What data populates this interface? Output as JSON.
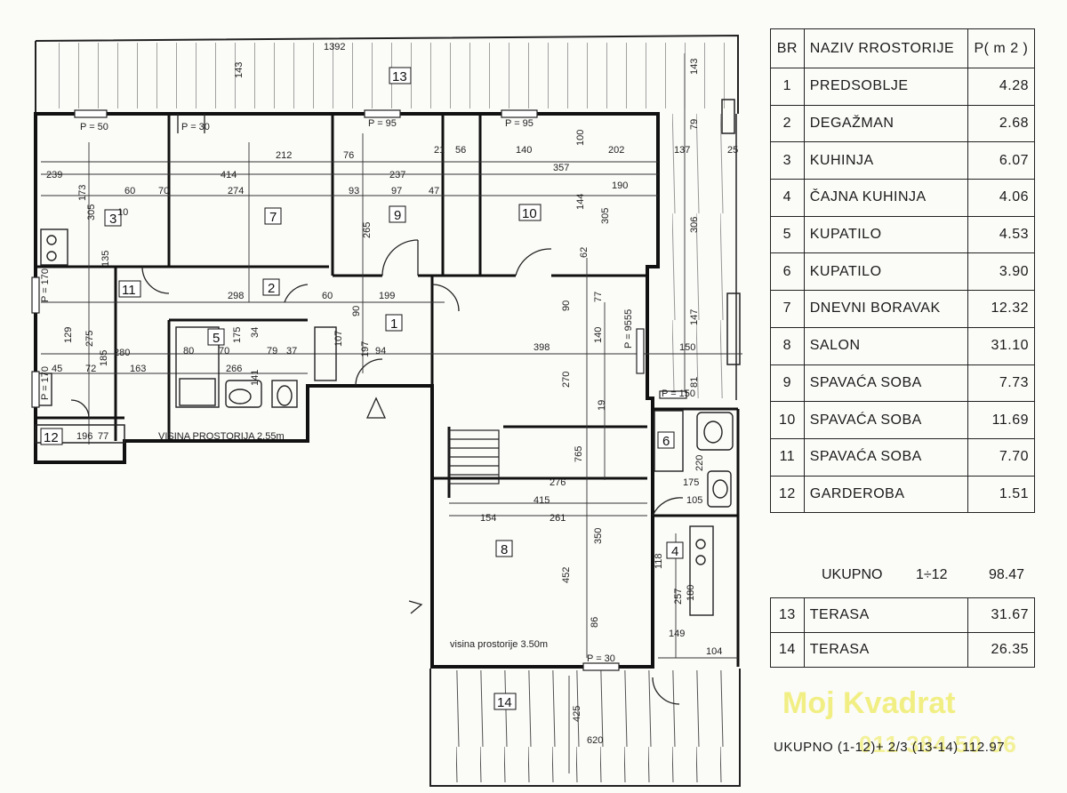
{
  "legend": {
    "header": {
      "no": "BR",
      "name": "NAZIV RROSTORIJE",
      "area": "P( m 2 )"
    },
    "rooms": [
      {
        "no": "1",
        "name": "PREDSOBLJE",
        "area": "4.28"
      },
      {
        "no": "2",
        "name": "DEGAŽMAN",
        "area": "2.68"
      },
      {
        "no": "3",
        "name": "KUHINJA",
        "area": "6.07"
      },
      {
        "no": "4",
        "name": "ČAJNA KUHINJA",
        "area": "4.06"
      },
      {
        "no": "5",
        "name": "KUPATILO",
        "area": "4.53"
      },
      {
        "no": "6",
        "name": "KUPATILO",
        "area": "3.90"
      },
      {
        "no": "7",
        "name": "DNEVNI BORAVAK",
        "area": "12.32"
      },
      {
        "no": "8",
        "name": "SALON",
        "area": "31.10"
      },
      {
        "no": "9",
        "name": "SPAVAĆA SOBA",
        "area": "7.73"
      },
      {
        "no": "10",
        "name": "SPAVAĆA SOBA",
        "area": "11.69"
      },
      {
        "no": "11",
        "name": "SPAVAĆA SOBA",
        "area": "7.70"
      },
      {
        "no": "12",
        "name": "GARDEROBA",
        "area": "1.51"
      }
    ],
    "total": {
      "label": "UKUPNO",
      "range": "1÷12",
      "area": "98.47"
    },
    "terraces": [
      {
        "no": "13",
        "name": "TERASA",
        "area": "31.67"
      },
      {
        "no": "14",
        "name": "TERASA",
        "area": "26.35"
      }
    ],
    "grand_total": "UKUPNO (1-12)+ 2/3 (13-14) 112.97"
  },
  "watermark": {
    "line1": "Moj Kvadrat",
    "line2": "011 384 50 06"
  },
  "plan": {
    "room_tags": [
      "1",
      "2",
      "3",
      "4",
      "5",
      "6",
      "7",
      "8",
      "9",
      "10",
      "11",
      "12",
      "13",
      "14"
    ],
    "ceiling_left": "VISINA PROSTORIJA 2.55m",
    "ceiling_right": "visina prostorije 3.50m",
    "windows": [
      "P = 50",
      "P = 30",
      "P = 95",
      "P = 95",
      "P = 170",
      "P = 170",
      "P = 95",
      "P = 150",
      "P = 30"
    ],
    "dims": [
      "1392",
      "143",
      "143",
      "306",
      "79",
      "137",
      "25",
      "147",
      "150",
      "81",
      "239",
      "414",
      "212",
      "76",
      "237",
      "357",
      "202",
      "140",
      "100",
      "56",
      "21",
      "305",
      "274",
      "93",
      "97",
      "47",
      "190",
      "144",
      "305",
      "265",
      "298",
      "60",
      "199",
      "90",
      "90",
      "77",
      "140",
      "55",
      "398",
      "270",
      "765",
      "19",
      "276",
      "415",
      "154",
      "261",
      "350",
      "452",
      "86",
      "118",
      "257",
      "180",
      "149",
      "104",
      "425",
      "620",
      "280",
      "163",
      "266",
      "80",
      "70",
      "175",
      "79",
      "37",
      "129",
      "275",
      "185",
      "72",
      "45",
      "196",
      "77",
      "173",
      "10",
      "60",
      "70",
      "135",
      "62",
      "220",
      "175",
      "105",
      "107",
      "94",
      "197",
      "34",
      "141"
    ]
  }
}
